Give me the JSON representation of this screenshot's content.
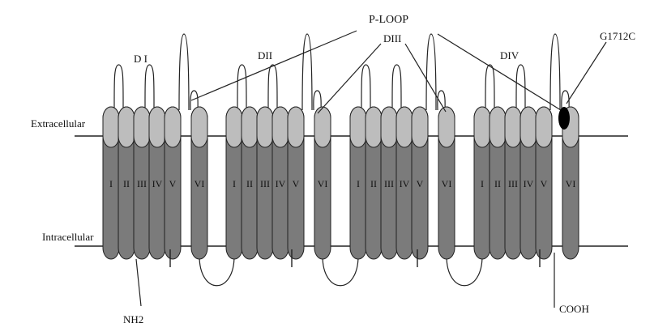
{
  "labels": {
    "extracellular": "Extracellular",
    "intracellular": "Intracellular",
    "p_loop": "P-LOOP",
    "mutation": "G1712C",
    "n_terminus": "NH2",
    "c_terminus": "COOH"
  },
  "domains": [
    {
      "name": "D I",
      "segments": [
        "I",
        "II",
        "III",
        "IV",
        "V",
        "VI"
      ]
    },
    {
      "name": "DII",
      "segments": [
        "I",
        "II",
        "III",
        "IV",
        "V",
        "VI"
      ]
    },
    {
      "name": "DIII",
      "segments": [
        "I",
        "II",
        "III",
        "IV",
        "V",
        "VI"
      ]
    },
    {
      "name": "DIV",
      "segments": [
        "I",
        "II",
        "III",
        "IV",
        "V",
        "VI"
      ]
    }
  ],
  "colors": {
    "background": "#ffffff",
    "segment_body": "#7b7b7b",
    "segment_cap": "#bdbdbd",
    "mutation_marker": "#000000",
    "line": "#222222"
  }
}
